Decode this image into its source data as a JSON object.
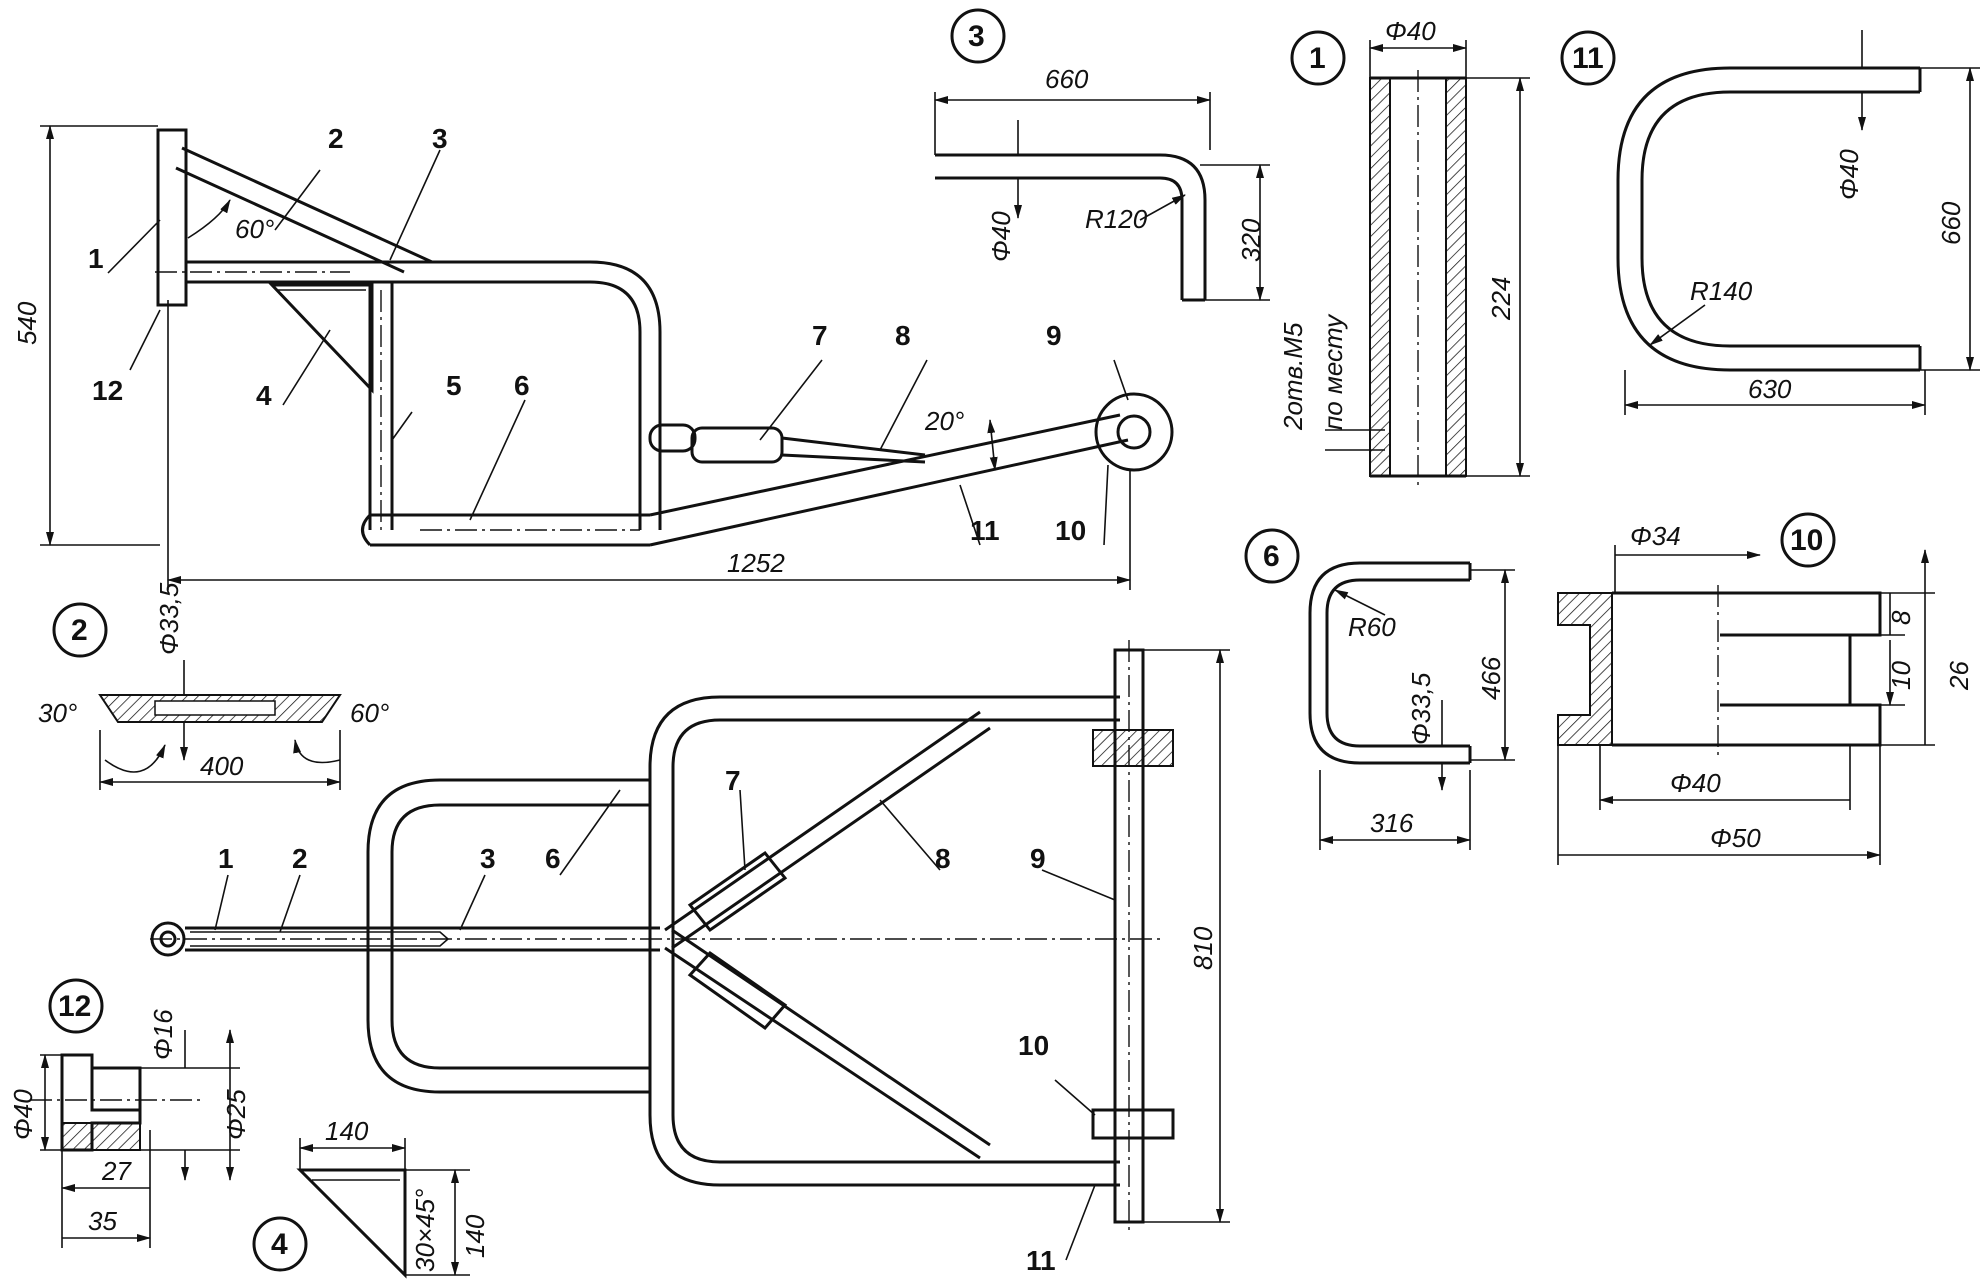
{
  "labels": {
    "p1": "1",
    "p2": "2",
    "p3": "3",
    "p4": "4",
    "p5": "5",
    "p6": "6",
    "p7": "7",
    "p8": "8",
    "p9": "9",
    "p10": "10",
    "p11": "11",
    "p12": "12"
  },
  "side_view": {
    "height": "540",
    "length": "1252",
    "angle_strut": "60°",
    "angle_rod": "20°"
  },
  "plan_view": {
    "width": "810"
  },
  "detail_3": {
    "length": "660",
    "diameter": "Φ40",
    "radius": "R120",
    "height": "320"
  },
  "detail_1": {
    "diameter": "Φ40",
    "length": "224",
    "holes_line1": "2отв.M5",
    "holes_line2": "по месту"
  },
  "detail_11": {
    "diameter": "Φ40",
    "radius": "R140",
    "height": "660",
    "width": "630"
  },
  "detail_2": {
    "diameter": "Φ33,5",
    "angle_left": "30°",
    "angle_right": "60°",
    "length": "400"
  },
  "detail_6": {
    "radius": "R60",
    "diameter": "Φ33,5",
    "height": "466",
    "width": "316"
  },
  "detail_10": {
    "inner_top": "Φ34",
    "thick_top": "8",
    "thick_mid": "10",
    "height": "26",
    "inner_d": "Φ40",
    "outer_d": "Φ50"
  },
  "detail_12": {
    "d_small": "Φ16",
    "d_outer": "Φ40",
    "d_mid": "Φ25",
    "len_a": "27",
    "len_b": "35"
  },
  "detail_4": {
    "width": "140",
    "chamfer": "30×45°",
    "height": "140"
  }
}
